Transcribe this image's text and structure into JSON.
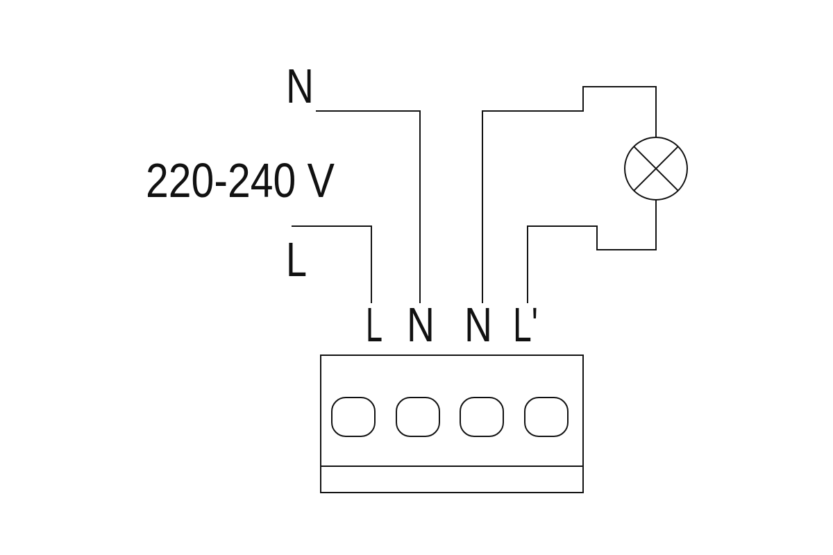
{
  "diagram": {
    "type": "wiring-diagram",
    "supply": {
      "neutral_label": "N",
      "voltage_label": "220-240 V",
      "live_label": "L"
    },
    "terminal_block": {
      "labels": [
        "L",
        "N",
        "N",
        "L'"
      ],
      "terminal_count": 4
    },
    "lamp": {
      "symbol": "lamp-icon"
    },
    "colors": {
      "line": "#111111",
      "background": "#ffffff"
    }
  }
}
